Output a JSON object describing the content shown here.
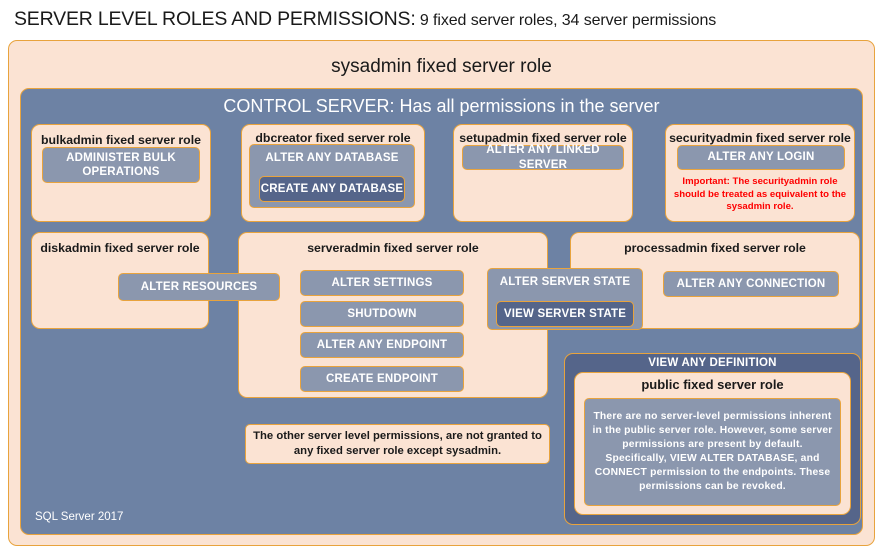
{
  "title": {
    "strong": "SERVER LEVEL ROLES AND PERMISSIONS:",
    "rest": " 9 fixed server roles, 34 server permissions"
  },
  "outer": {
    "sysadmin_label": "sysadmin  fixed  server  role",
    "control_server_label": "CONTROL SERVER: Has all permissions in the server",
    "sql_version": "SQL Server 2017"
  },
  "roles": {
    "bulkadmin": {
      "label": "bulkadmin  fixed server role",
      "permissions": [
        "ADMINISTER  BULK  OPERATIONS"
      ]
    },
    "dbcreator": {
      "label": "dbcreator fixed server role",
      "permissions": [
        "ALTER ANY DATABASE",
        "CREATE  ANY DATABASE"
      ]
    },
    "setupadmin": {
      "label": "setupadmin fixed server role",
      "permissions": [
        "ALTER ANY LINKED SERVER"
      ]
    },
    "securityadmin": {
      "label": "securityadmin  fixed server role",
      "permissions": [
        "ALTER ANY LOGIN"
      ],
      "note": "Important:  The securityadmin role should  be treated  as equivalent to the  sysadmin role."
    },
    "diskadmin": {
      "label": "diskadmin  fixed server role",
      "permissions": [
        "ALTER RESOURCES"
      ]
    },
    "serveradmin": {
      "label": "serveradmin fixed server role",
      "permissions": [
        "ALTER SETTINGS",
        "SHUTDOWN",
        "ALTER ANY ENDPOINT",
        "CREATE  ENDPOINT"
      ]
    },
    "processadmin": {
      "label": "processadmin fixed server role",
      "permissions": [
        "ALTER ANY CONNECTION"
      ]
    },
    "serverstate": {
      "permissions": [
        "ALTER SERVER  STATE",
        "VIEW SERVER  STATE"
      ]
    },
    "public": {
      "view_any_definition": "VIEW ANY DEFINITION",
      "label": "public  fixed server role",
      "note": "There are no server-level permissions inherent in the public server role. However, some server permissions are present by default. Specifically, VIEW ALTER DATABASE, and CONNECT permission to the endpoints. These permissions can be revoked."
    }
  },
  "notes": {
    "other_permissions": "The other server level permissions,  are not granted to any fixed server role except sysadmin."
  },
  "colors": {
    "peach_fill": "#fbe3d3",
    "gold_border": "#e8a33d",
    "blue_panel": "#6d82a4",
    "permission_fill": "#8b97ae",
    "permission_dark_fill": "#55658a",
    "warning_text": "#fe0000",
    "body_text": "#1a1a1a"
  }
}
